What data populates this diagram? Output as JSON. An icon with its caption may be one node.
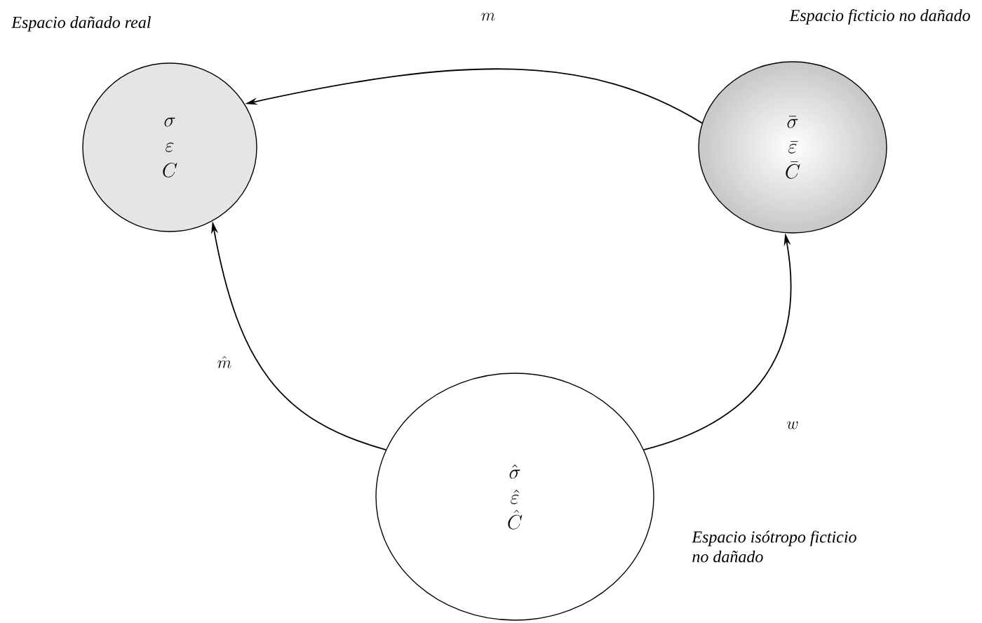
{
  "diagram": {
    "nodes": [
      {
        "text": [
          "\\sigma",
          "\\varepsilon",
          "C"
        ],
        "beside": [
          "Espacio dañado real"
        ]
      },
      {
        "text": [
          "\\bar{\\sigma}",
          "\\bar{\\varepsilon}",
          "\\bar{C}"
        ],
        "beside": [
          "Espacio ficticio no dañado"
        ]
      },
      {
        "text": [
          "\\hat{\\sigma}",
          "\\hat{\\varepsilon}",
          "\\hat{C}"
        ],
        "beside": [
          "Espacio isótropo ficticio no dañado"
        ]
      }
    ],
    "edges": [
      {
        "from": 1,
        "to": 0,
        "arrow": "to",
        "label": "m"
      },
      {
        "from": 2,
        "to": 0,
        "arrow": "to",
        "label": "\\hat{m}"
      },
      {
        "from": 2,
        "to": 1,
        "arrow": "to",
        "label": "w"
      }
    ]
  }
}
